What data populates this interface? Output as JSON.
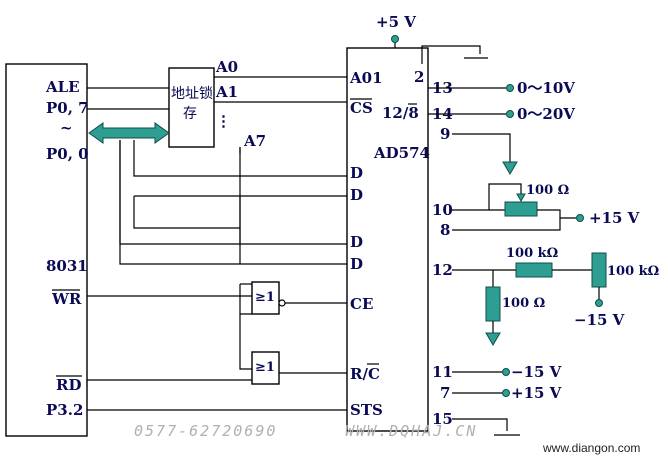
{
  "colors": {
    "accent": "#2e9e92",
    "text": "#0a0a55",
    "wire": "#000000",
    "watermark": "#b0b0b0"
  },
  "cpu": {
    "ale": "ALE",
    "p07": "P0, 7",
    "tilde": "~",
    "p00": "P0, 0",
    "name": "8031",
    "wr": "WR",
    "rd": "RD",
    "p32": "P3.2"
  },
  "latch": {
    "line1": "地址锁",
    "line2": "存",
    "dots": "⋮",
    "a0": "A0",
    "a1": "A1",
    "a7": "A7"
  },
  "adc": {
    "name": "AD574",
    "a01": "A01",
    "cs": "CS",
    "pin2": "2",
    "pin12_8": "12/8",
    "d1": "D",
    "d2": "D",
    "d3": "D",
    "d4": "D",
    "ce": "CE",
    "rc": "R/C",
    "sts": "STS",
    "pin13": "13",
    "pin14": "14",
    "pin9": "9",
    "pin10": "10",
    "pin8": "8",
    "pin12": "12",
    "pin11": "11",
    "pin7": "7",
    "pin15": "15"
  },
  "supply": {
    "top": "+5 V",
    "p15a": "+15 V",
    "m15a": "−15 V",
    "m15b": "−15 V",
    "p15b": "+15 V"
  },
  "outputs": {
    "range1": "0～10V",
    "range2": "0～20V"
  },
  "components": {
    "pot1": "100 Ω",
    "r_series": "100 kΩ",
    "pot2": "100 kΩ",
    "pot3": "100 Ω"
  },
  "gates": {
    "g1": "≥1",
    "g2": "≥1"
  },
  "watermark": {
    "phone": "0577-62720690",
    "site": "WWW.DQHAJ.CN",
    "corner": "www.diangon.com"
  }
}
